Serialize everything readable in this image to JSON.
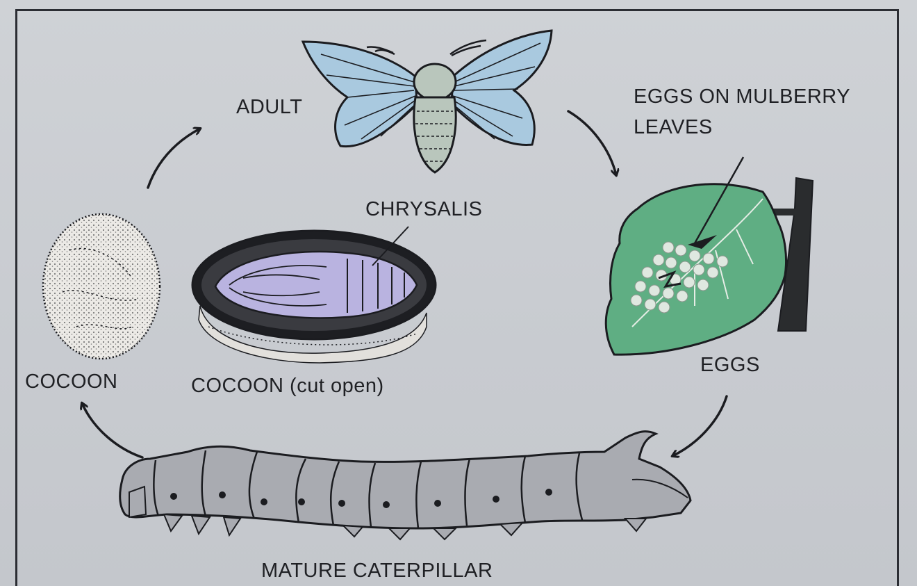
{
  "diagram": {
    "labels": {
      "adult": "ADULT",
      "eggs_on_leaves_line1": "EGGS ON MULBERRY",
      "eggs_on_leaves_line2": "LEAVES",
      "chrysalis": "CHRYSALIS",
      "cocoon": "COCOON",
      "cocoon_cut_open": "COCOON (cut open)",
      "eggs": "EGGS",
      "mature_caterpillar": "MATURE CATERPILLAR"
    },
    "colors": {
      "moth_wing": "#a9c9df",
      "moth_body": "#b9c6bc",
      "leaf": "#5fae83",
      "egg": "#dfe8e0",
      "chrysalis": "#b9b3e0",
      "caterpillar": "#a9abb1",
      "ink": "#1b1c20"
    }
  }
}
